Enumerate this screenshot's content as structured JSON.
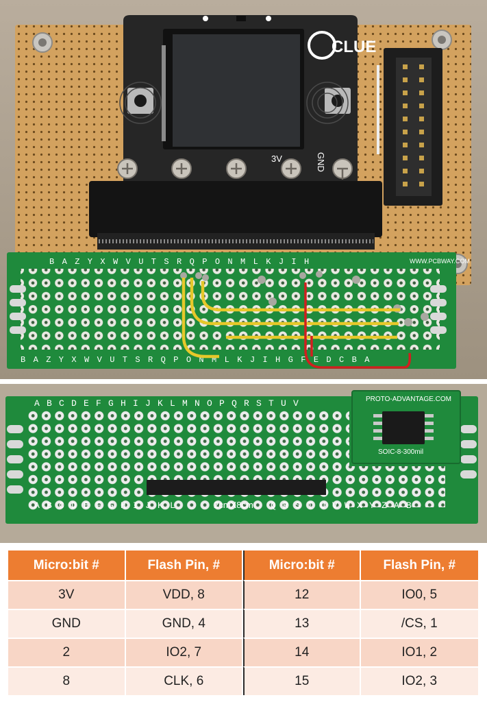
{
  "photo_top": {
    "board_logo": "CLUE",
    "board_pin_labels": [
      "3V",
      "GND"
    ],
    "proto_board_silk_url": "WWW.PCBWAY.COM",
    "proto_board_letters_reversed": [
      "B",
      "A",
      "Z",
      "Y",
      "X",
      "W",
      "V",
      "U",
      "T",
      "S",
      "R",
      "Q",
      "P",
      "O",
      "N",
      "M",
      "L",
      "K",
      "J",
      "I",
      "H",
      "G",
      "F",
      "E",
      "D",
      "C",
      "B",
      "A"
    ]
  },
  "photo_bottom": {
    "proto_board_letters": [
      "A",
      "B",
      "C",
      "D",
      "E",
      "F",
      "G",
      "H",
      "I",
      "J",
      "K",
      "L",
      "M",
      "N",
      "O",
      "P",
      "Q",
      "R",
      "S",
      "T",
      "U",
      "V",
      "W",
      "X",
      "Y",
      "Z",
      "A",
      "B"
    ],
    "proto_board_size": "2cmX8cm",
    "adapter_brand": "PROTO-ADVANTAGE.COM",
    "adapter_package": "SOIC-8-300mil"
  },
  "pin_table": {
    "headers": [
      "Micro:bit #",
      "Flash Pin, #",
      "Micro:bit #",
      "Flash Pin, #"
    ],
    "rows": [
      [
        "3V",
        "VDD, 8",
        "12",
        "IO0, 5"
      ],
      [
        "GND",
        "GND, 4",
        "13",
        "/CS, 1"
      ],
      [
        "2",
        "IO2, 7",
        "14",
        "IO1, 2"
      ],
      [
        "8",
        "CLK, 6",
        "15",
        "IO2, 3"
      ]
    ]
  },
  "colors": {
    "header_orange": "#ed7d31",
    "row_light": "#fcebe3",
    "row_dark": "#f8d6c6",
    "pcb_green": "#1f8a3c",
    "wire_yellow": "#e6c82a",
    "wire_red": "#d11f1f"
  }
}
